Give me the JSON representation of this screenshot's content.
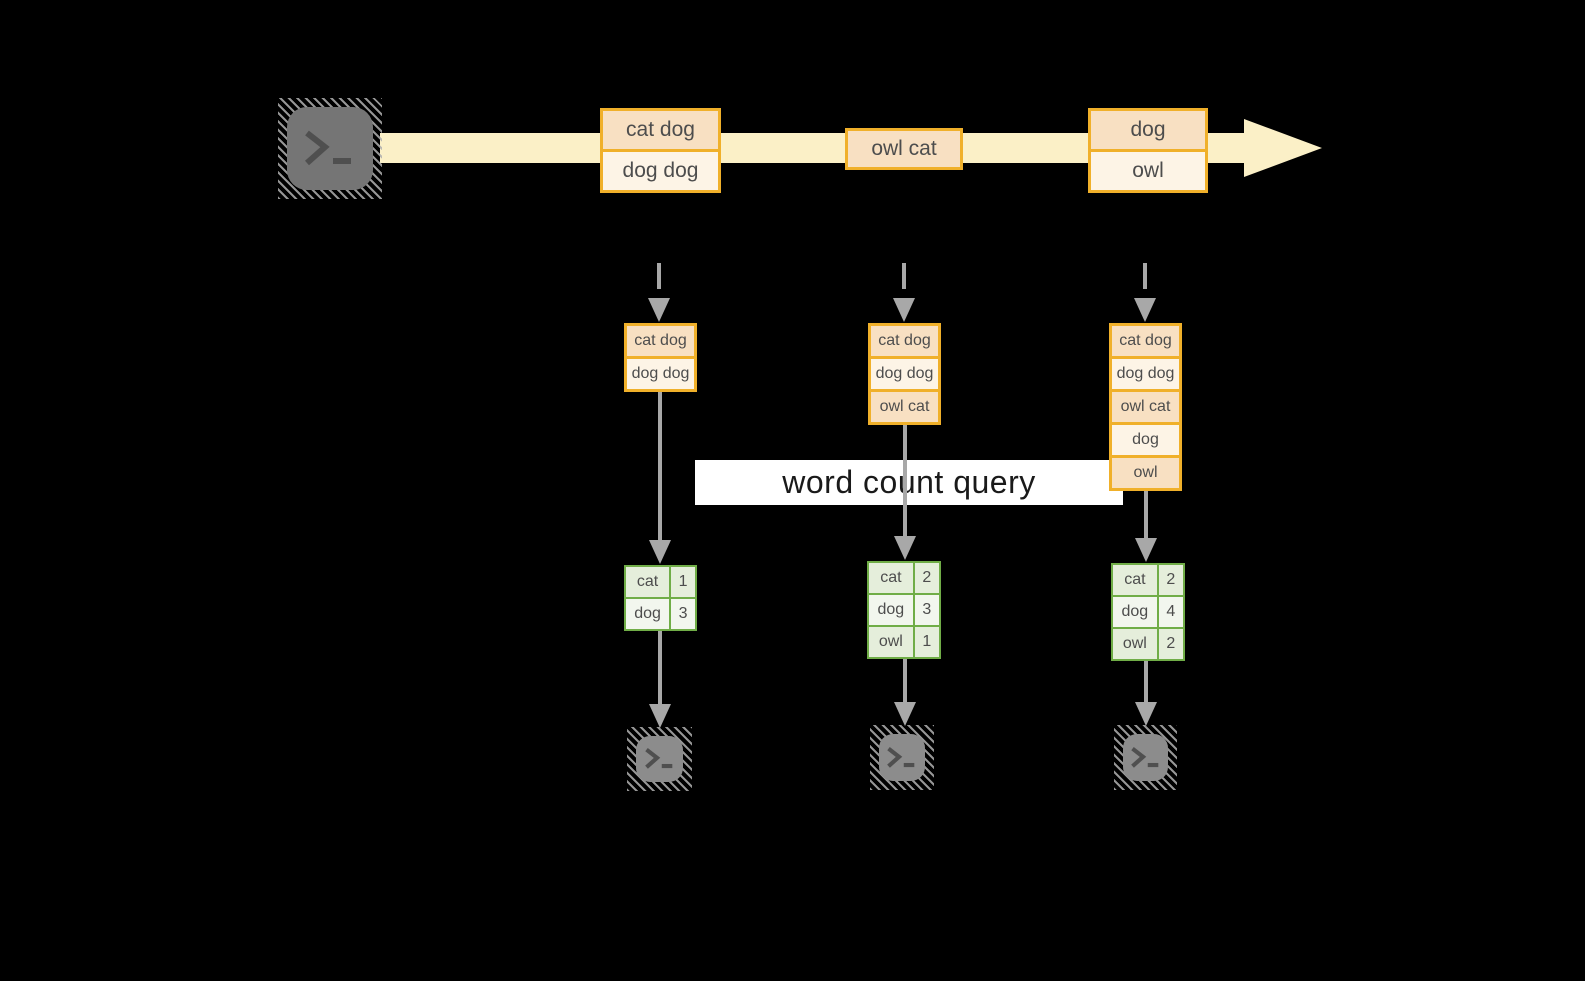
{
  "query_banner": {
    "label": "word count query"
  },
  "stream": {
    "batches": [
      {
        "rows": [
          "cat dog",
          "dog dog"
        ]
      },
      {
        "rows": [
          "owl cat"
        ]
      },
      {
        "rows": [
          "dog",
          "owl"
        ]
      }
    ]
  },
  "workers": [
    {
      "buffer": [
        "cat dog",
        "dog dog"
      ],
      "counts": [
        {
          "word": "cat",
          "count": "1"
        },
        {
          "word": "dog",
          "count": "3"
        }
      ]
    },
    {
      "buffer": [
        "cat dog",
        "dog dog",
        "owl cat"
      ],
      "counts": [
        {
          "word": "cat",
          "count": "2"
        },
        {
          "word": "dog",
          "count": "3"
        },
        {
          "word": "owl",
          "count": "1"
        }
      ]
    },
    {
      "buffer": [
        "cat dog",
        "dog dog",
        "owl cat",
        "dog",
        "owl"
      ],
      "counts": [
        {
          "word": "cat",
          "count": "2"
        },
        {
          "word": "dog",
          "count": "4"
        },
        {
          "word": "owl",
          "count": "2"
        }
      ]
    }
  ],
  "icons": {
    "source": "terminal-prompt",
    "outputs": [
      "terminal-prompt",
      "terminal-prompt",
      "terminal-prompt"
    ],
    "stream_arrow": "right-arrow",
    "flow_arrows": "down-arrow"
  },
  "colors": {
    "background": "#000000",
    "stream_fill": "#fbf0c7",
    "box_border": "#f0b02a",
    "box_fill_dark": "#f8e0c2",
    "box_fill_light": "#fdf4e6",
    "table_border": "#70ad47",
    "table_fill_odd": "#e5eedb",
    "table_fill_even": "#f2f6ee",
    "arrow_gray": "#a8a8a8",
    "banner_bg": "#ffffff",
    "terminal_gray": "#7d7d7d",
    "label_text": "#4d4d4d"
  }
}
